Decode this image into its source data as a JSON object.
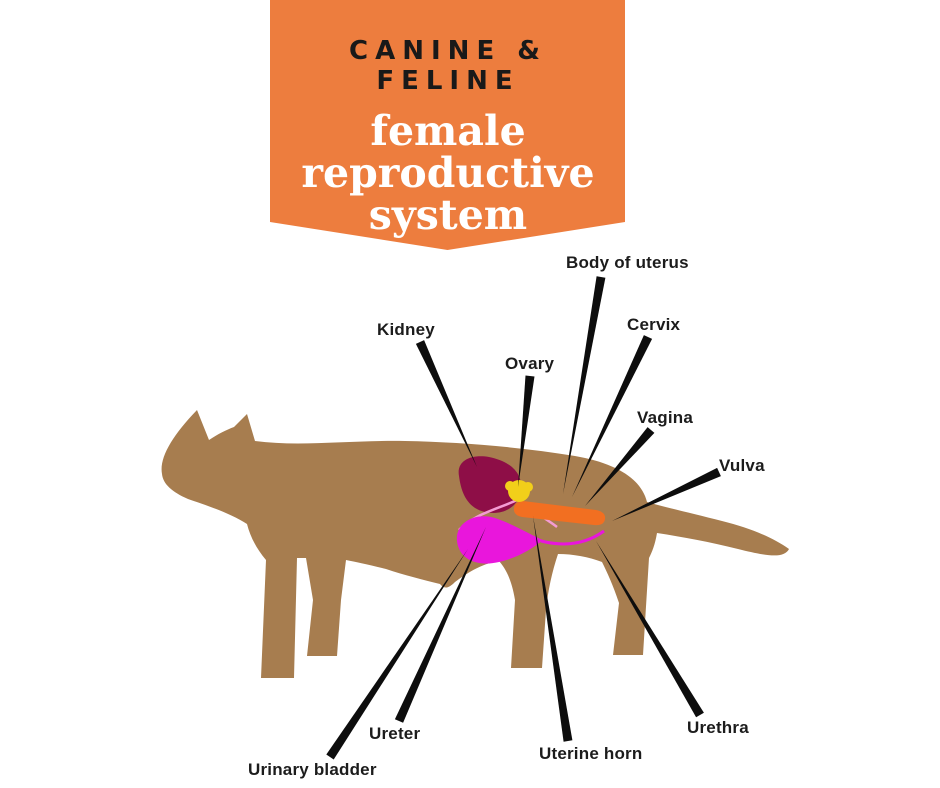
{
  "banner": {
    "kicker": "CANINE & FELINE",
    "title_lines": [
      "female",
      "reproductive",
      "system"
    ]
  },
  "colors": {
    "banner_bg": "#ed7d3e",
    "banner_title": "#ffffff",
    "kicker_text": "#191919",
    "cat_body": "#a77d4f",
    "kidney": "#8e0e47",
    "ovary": "#f2cf1a",
    "uterus_body": "#f26f21",
    "bladder": "#e916dc",
    "horn_line": "#f49bd3",
    "leader_line": "#0d0d0d",
    "label_text": "#1c1c1c"
  },
  "labels": [
    {
      "id": "body-of-uterus",
      "text": "Body of uterus"
    },
    {
      "id": "kidney",
      "text": "Kidney"
    },
    {
      "id": "ovary",
      "text": "Ovary"
    },
    {
      "id": "cervix",
      "text": "Cervix"
    },
    {
      "id": "vagina",
      "text": "Vagina"
    },
    {
      "id": "vulva",
      "text": "Vulva"
    },
    {
      "id": "urinary-bladder",
      "text": "Urinary bladder"
    },
    {
      "id": "ureter",
      "text": "Ureter"
    },
    {
      "id": "uterine-horn",
      "text": "Uterine horn"
    },
    {
      "id": "urethra",
      "text": "Urethra"
    }
  ]
}
